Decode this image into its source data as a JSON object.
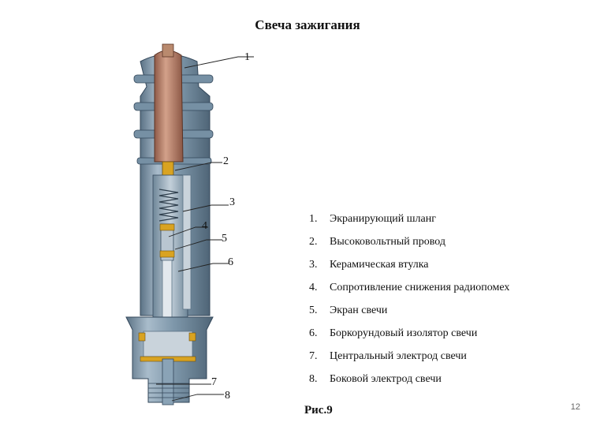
{
  "title": "Свеча зажигания",
  "callouts": [
    "1",
    "2",
    "3",
    "4",
    "5",
    "6",
    "7",
    "8"
  ],
  "legend": [
    {
      "num": "1.",
      "text": "Экранирующий шланг"
    },
    {
      "num": "2.",
      "text": "Высоковольтный провод"
    },
    {
      "num": "3.",
      "text": "Керамическая втулка"
    },
    {
      "num": "4.",
      "text": "Сопротивление снижения радиопомех"
    },
    {
      "num": "5.",
      "text": "Экран свечи"
    },
    {
      "num": "6.",
      "text": "Боркорундовый изолятор свечи"
    },
    {
      "num": "7.",
      "text": "Центральный электрод свечи"
    },
    {
      "num": "8.",
      "text": "Боковой электрод свечи"
    }
  ],
  "caption": "Рис.9",
  "page_number": "12",
  "colors": {
    "steel": "#8aa3b6",
    "steel_dark": "#5c7386",
    "copper": "#b57a63",
    "brass": "#d9a321",
    "insulator": "#c9d3db"
  }
}
